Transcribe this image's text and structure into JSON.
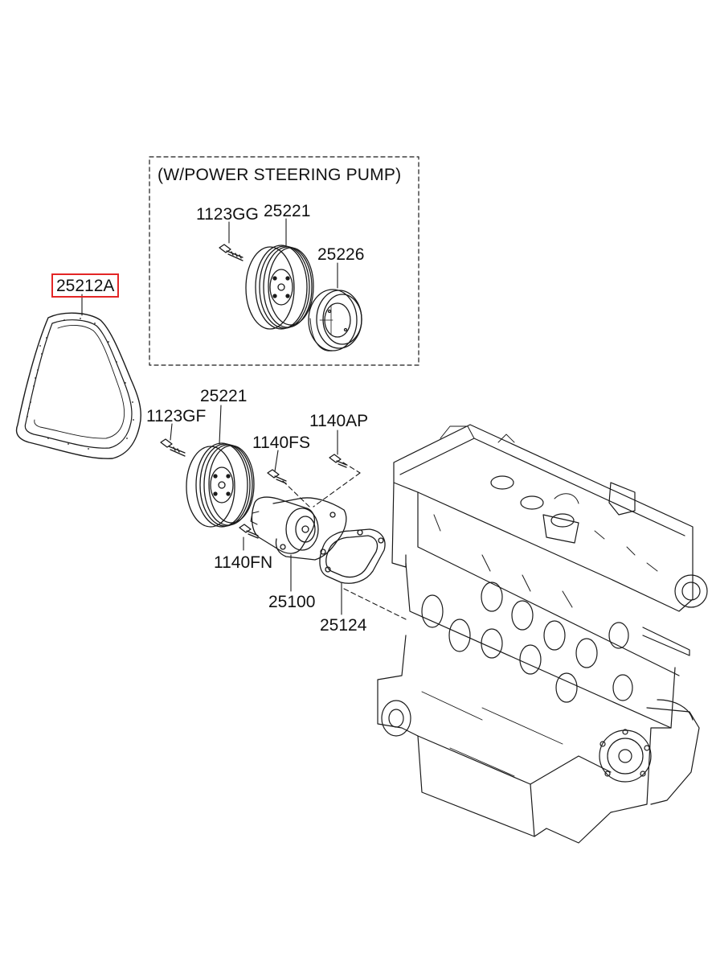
{
  "inset": {
    "title": "(W/POWER STEERING PUMP)"
  },
  "callouts": {
    "belt": "25212A",
    "inset_bolt": "1123GG",
    "inset_pulley": "25221",
    "inset_ps_pulley": "25226",
    "pulley": "25221",
    "pulley_bolt": "1123GF",
    "bolt_fs": "1140FS",
    "bolt_ap": "1140AP",
    "bolt_fn": "1140FN",
    "water_pump": "25100",
    "gasket": "25124"
  },
  "highlight": {
    "part": "25212A",
    "color": "#e32626"
  }
}
